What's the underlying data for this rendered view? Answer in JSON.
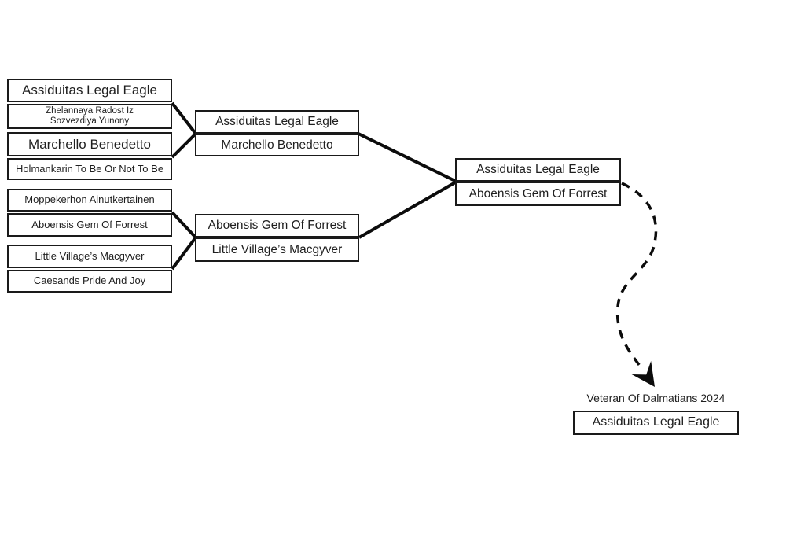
{
  "colors": {
    "background": "#ffffff",
    "box_border": "#1a1a1a",
    "text": "#1f1f1f",
    "connector": "#0c0c0c"
  },
  "pedigree": {
    "grandparents": [
      {
        "label": "Assiduitas Legal Eagle"
      },
      {
        "line1": "Zhelannaya Radost Iz",
        "line2": "Sozvezdiya Yunony"
      },
      {
        "label": "Marchello Benedetto"
      },
      {
        "label": "Holmankarin To Be Or Not To Be"
      },
      {
        "label": "Moppekerhon Ainutkertainen"
      },
      {
        "label": "Aboensis Gem Of Forrest"
      },
      {
        "label": "Little Village’s Macgyver"
      },
      {
        "label": "Caesands Pride And Joy"
      }
    ],
    "parents": [
      {
        "top": "Assiduitas Legal Eagle",
        "bottom": "Marchello Benedetto"
      },
      {
        "top": "Aboensis Gem Of Forrest",
        "bottom": "Little Village’s Macgyver"
      }
    ],
    "offspring": {
      "top": "Assiduitas Legal Eagle",
      "bottom": "Aboensis Gem Of Forrest"
    },
    "award": {
      "caption": "Veteran Of Dalmatians 2024",
      "winner": "Assiduitas Legal Eagle"
    }
  }
}
